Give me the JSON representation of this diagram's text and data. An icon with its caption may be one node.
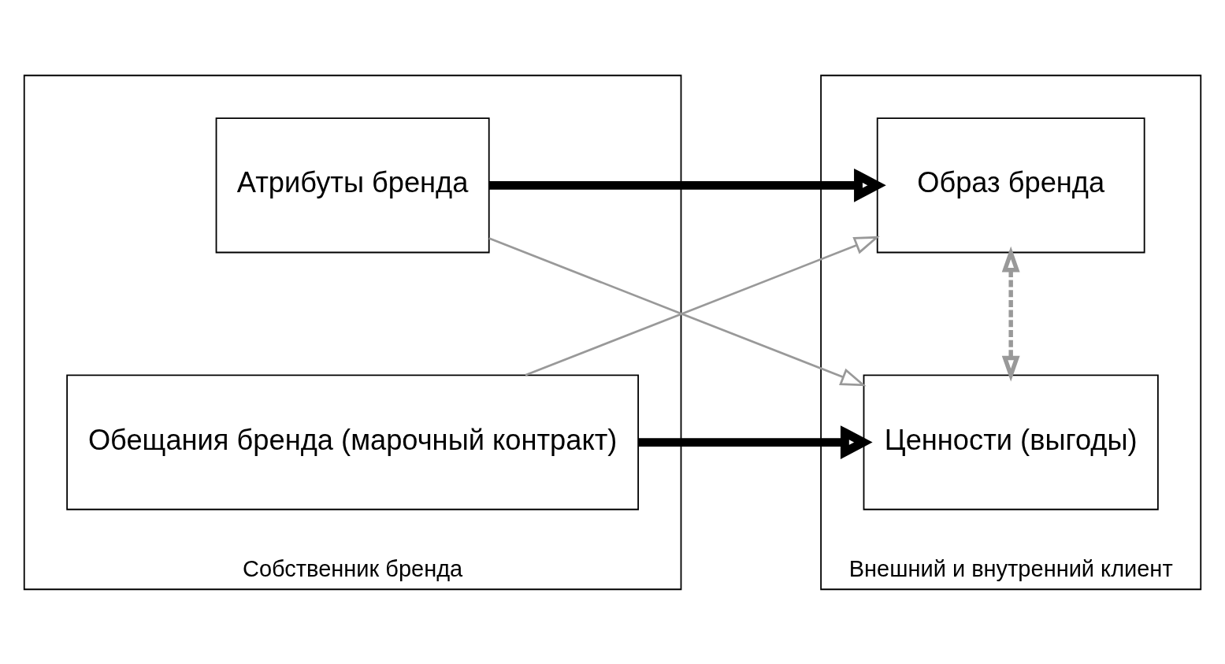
{
  "diagram": {
    "nodes": [
      {
        "text": [
          "Собственник бренда"
        ]
      },
      {
        "text": [
          "Атрибуты бренда"
        ],
        "in": 0
      },
      {
        "text": [
          "Обещания бренда (марочный контракт)"
        ],
        "in": 0
      },
      {
        "text": [
          "Внешний и внутренний клиент"
        ]
      },
      {
        "text": [
          "Образ бренда"
        ],
        "in": 3
      },
      {
        "text": [
          "Ценности (выгоды)"
        ],
        "in": 3
      }
    ],
    "edges": [
      {
        "from": 1,
        "to": 4,
        "arrow": "to",
        "style": "thick",
        "color": "#000000"
      },
      {
        "from": 1,
        "to": 5,
        "arrow": "to"
      },
      {
        "from": 2,
        "to": 4,
        "arrow": "to"
      },
      {
        "from": 2,
        "to": 5,
        "arrow": "to",
        "style": "thick",
        "color": "#000000"
      },
      {
        "from": 4,
        "to": 5,
        "arrow": "both",
        "style": "dashed"
      }
    ]
  }
}
